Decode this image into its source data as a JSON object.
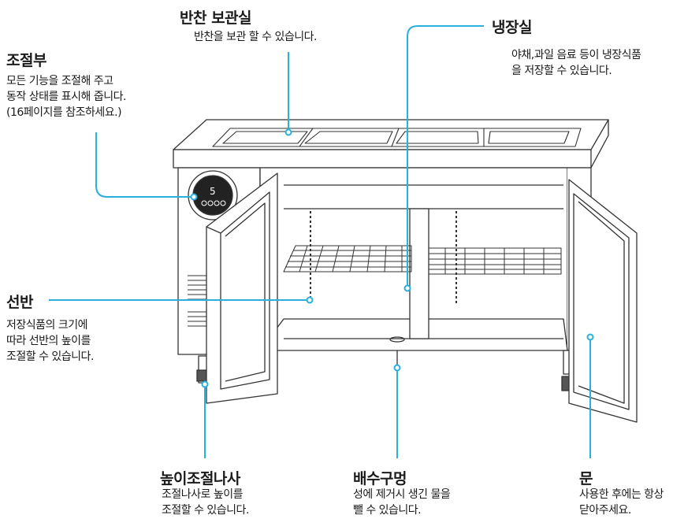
{
  "callouts": {
    "storage": {
      "title": "반찬 보관실",
      "desc": "반찬을 보관 할 수 있습니다."
    },
    "fridge": {
      "title": "냉장실",
      "desc": "야채,과일 음료 등이 냉장식품\n을 저장할 수 있습니다."
    },
    "control": {
      "title": "조절부",
      "desc": "모든 기능을 조절해 주고\n동작 상태를 표시해 줍니다.\n(16페이지를 참조하세요.)"
    },
    "shelf": {
      "title": "선반",
      "desc": "저장식품의 크기에\n따라 선반의 높이를\n조절할 수 있습니다."
    },
    "screw": {
      "title": "높이조절나사",
      "desc": "조절나사로 높이를\n조절할 수 있습니다."
    },
    "drain": {
      "title": "배수구멍",
      "desc": "성에 제거시 생긴 물을\n뺄 수 있습니다."
    },
    "door": {
      "title": "문",
      "desc": "사용한 후에는 항상\n닫아주세요."
    }
  },
  "display_text": "5",
  "colors": {
    "leader": "#2ab0dc",
    "line": "#333333",
    "body": "#ffffff"
  }
}
